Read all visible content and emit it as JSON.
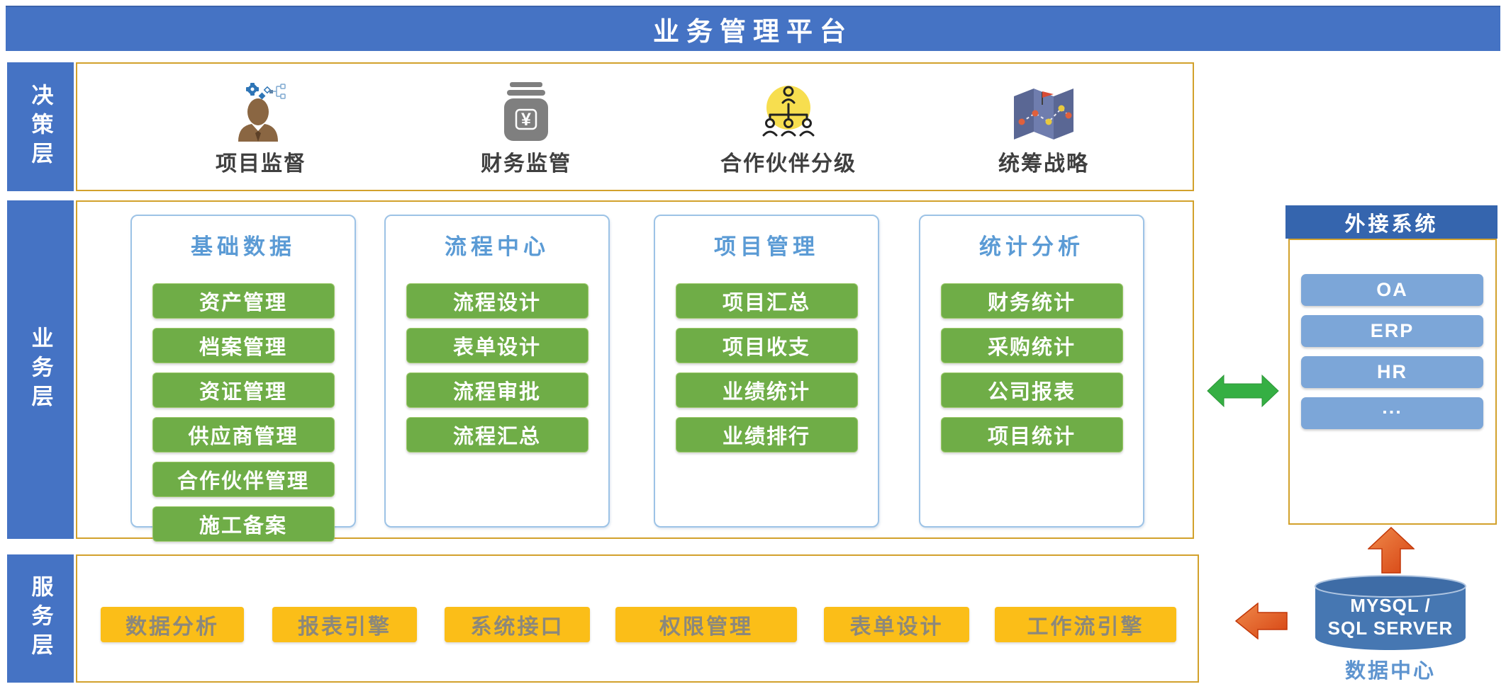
{
  "header": {
    "title": "业务管理平台"
  },
  "layers": {
    "decision": {
      "label": "决策层",
      "items": [
        {
          "label": "项目监督",
          "icon": "project-supervision-icon"
        },
        {
          "label": "财务监管",
          "icon": "finance-supervision-icon"
        },
        {
          "label": "合作伙伴分级",
          "icon": "partner-grading-icon"
        },
        {
          "label": "统筹战略",
          "icon": "strategy-map-icon"
        }
      ]
    },
    "business": {
      "label": "业务层",
      "columns": [
        {
          "title": "基础数据",
          "items": [
            "资产管理",
            "档案管理",
            "资证管理",
            "供应商管理",
            "合作伙伴管理",
            "施工备案"
          ]
        },
        {
          "title": "流程中心",
          "items": [
            "流程设计",
            "表单设计",
            "流程审批",
            "流程汇总"
          ]
        },
        {
          "title": "项目管理",
          "items": [
            "项目汇总",
            "项目收支",
            "业绩统计",
            "业绩排行"
          ]
        },
        {
          "title": "统计分析",
          "items": [
            "财务统计",
            "采购统计",
            "公司报表",
            "项目统计"
          ]
        }
      ]
    },
    "service": {
      "label": "服务层",
      "items": [
        "数据分析",
        "报表引擎",
        "系统接口",
        "权限管理",
        "表单设计",
        "工作流引擎"
      ]
    }
  },
  "external": {
    "title": "外接系统",
    "items": [
      "OA",
      "ERP",
      "HR",
      "..."
    ]
  },
  "datacenter": {
    "db_line1": "MYSQL /",
    "db_line2": "SQL SERVER",
    "caption": "数据中心"
  },
  "colors": {
    "header-blue": "#4573C4",
    "gold": "#D2A12C",
    "green": "#6FAD47",
    "title-blue": "#5B9BD5",
    "col-border": "#9DC3E6",
    "yellow": "#FBBE18",
    "ext-header-blue": "#3565AE",
    "ext-chip-blue": "#7CA6D8",
    "arrow-green": "#35AF43",
    "arrow-red-dark": "#D64312",
    "db-blue": "#4677B2",
    "caption-blue": "#5E94CF"
  }
}
